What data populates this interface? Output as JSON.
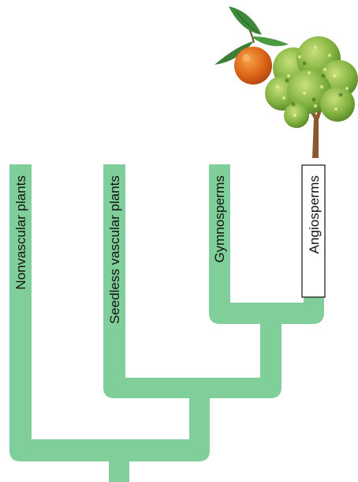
{
  "diagram": {
    "type": "cladogram",
    "branch_color": "#80cf9a",
    "taxa": [
      {
        "id": "nonvascular",
        "label": "Nonvascular plants",
        "boxed": false
      },
      {
        "id": "seedless",
        "label": "Seedless vascular plants",
        "boxed": false
      },
      {
        "id": "gymnosperms",
        "label": "Gymnosperms",
        "boxed": false
      },
      {
        "id": "angiosperms",
        "label": "Angiosperms",
        "boxed": true
      }
    ]
  },
  "illustrations": [
    {
      "name": "orange-fruit",
      "description_icon": "orange-with-leaves"
    },
    {
      "name": "flowering-tree",
      "description_icon": "broadleaf-tree"
    }
  ]
}
